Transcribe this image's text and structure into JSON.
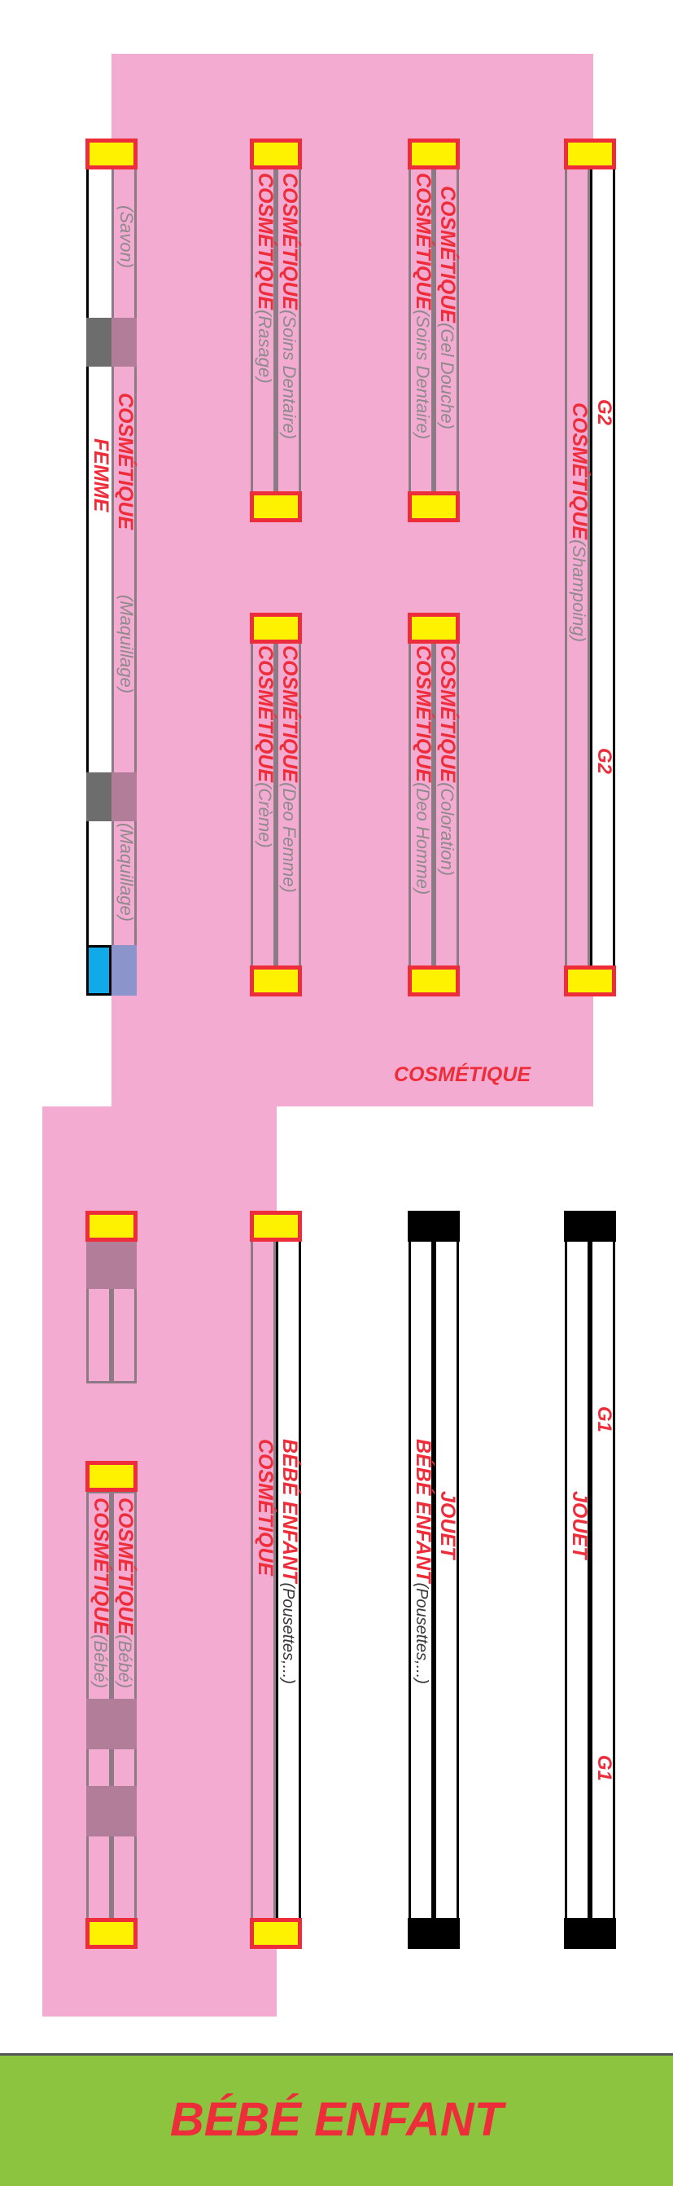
{
  "zones": {
    "top_label": "COSMÉTIQUE"
  },
  "shelves": {
    "s1": {
      "savon": "(Savon)",
      "cosm": "COSMÉTIQUE",
      "femme": "FEMME",
      "maq1": "(Maquillage)",
      "maq2": "(Maquillage)"
    },
    "s2": {
      "word": "COSMÉTIQUE",
      "sub_right": "(Soins Dentaire)",
      "sub_left": "(Rasage)"
    },
    "s3": {
      "word": "COSMÉTIQUE",
      "sub_right": "(Gel Douche)",
      "sub_left": "(Soins Dentaire)"
    },
    "s4": {
      "word": "COSMÉTIQUE",
      "sub_right": "(Deo Femme)",
      "sub_left": "(Crème)"
    },
    "s5": {
      "word": "COSMÉTIQUE",
      "sub_right": "(Coloration)",
      "sub_left": "(Deo Homme)"
    },
    "s6": {
      "g2a": "G2",
      "g2b": "G2",
      "word": "COSMÉTIQUE",
      "sub": "(Shampoing)"
    },
    "s7": {
      "word": "COSMÉTIQUE",
      "sub": "(Bébé)"
    },
    "s8": {
      "bebe": "BÉBÉ ENFANT",
      "sub": "(Pousettes,...)",
      "cosm": "COSMÉTIQUE"
    },
    "s9": {
      "jouet": "JOUET",
      "bebe": "BÉBÉ ENFANT",
      "sub": "(Pousettes,...)"
    },
    "s10": {
      "g1a": "G1",
      "jouet": "JOUET",
      "g1b": "G1"
    }
  },
  "footer": {
    "title": "BÉBÉ ENFANT"
  },
  "colors": {
    "pink": "#f4abd1",
    "red": "#ee2d3a",
    "yellow": "#fff200",
    "green": "#8cc43f"
  }
}
